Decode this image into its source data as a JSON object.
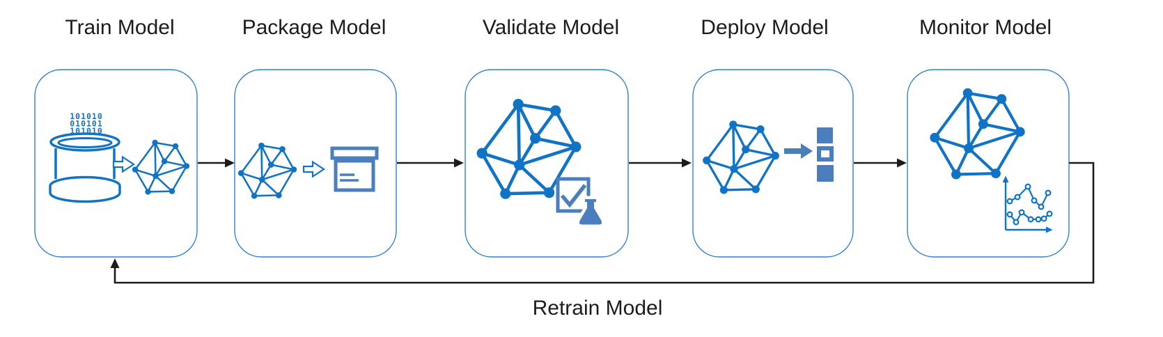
{
  "stages": [
    {
      "label": "Train Model",
      "icons": [
        "binary-data-text",
        "database-icon",
        "hollow-arrow-icon",
        "network-graph-icon"
      ]
    },
    {
      "label": "Package Model",
      "icons": [
        "network-graph-icon",
        "hollow-arrow-icon",
        "package-box-icon"
      ]
    },
    {
      "label": "Validate Model",
      "icons": [
        "network-graph-icon",
        "checkmark-square-icon",
        "flask-icon"
      ]
    },
    {
      "label": "Deploy Model",
      "icons": [
        "network-graph-icon",
        "deploy-arrow-icon",
        "deploy-stack-icon"
      ]
    },
    {
      "label": "Monitor Model",
      "icons": [
        "network-graph-icon",
        "metrics-chart-icon"
      ]
    }
  ],
  "feedback_label": "Retrain Model",
  "train_icon": {
    "binary_lines": [
      "101010",
      "010101",
      "101010"
    ]
  },
  "colors": {
    "azure": "#1173c6",
    "steel": "#4a7ebd",
    "border": "#2e7fd2",
    "ink": "#1c1c1c"
  }
}
